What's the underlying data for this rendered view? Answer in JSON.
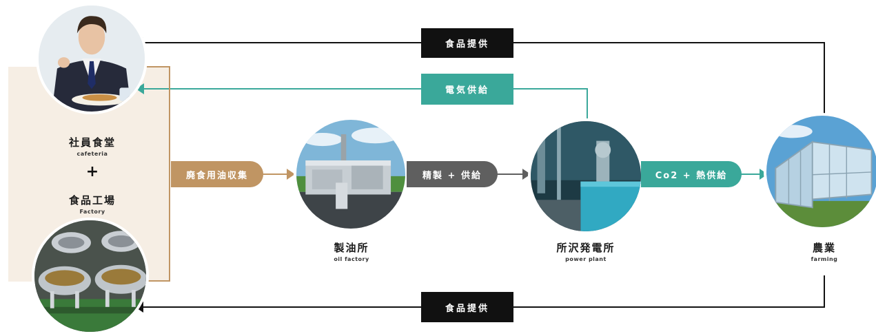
{
  "colors": {
    "brown": "#c09563",
    "dark_gray": "#5f5f5f",
    "teal": "#3aa89a",
    "black": "#111111",
    "panel_bg": "#f6eee4"
  },
  "panel": {
    "cafeteria_jp": "社員食堂",
    "cafeteria_en": "cafeteria",
    "plus": "+",
    "factory_jp": "食品工場",
    "factory_en": "Factory"
  },
  "nodes": {
    "oil_factory": {
      "jp": "製油所",
      "en": "oil factory",
      "icon": "oil-factory-icon"
    },
    "power_plant": {
      "jp": "所沢発電所",
      "en": "power plant",
      "icon": "power-plant-icon"
    },
    "farming": {
      "jp": "農業",
      "en": "farming",
      "icon": "greenhouse-icon"
    }
  },
  "arrows": {
    "waste_oil": "廃食用油収集",
    "refine_supply": "精製 + 供給",
    "co2_heat": "Co2 + 熱供給",
    "food_top": "食品提供",
    "electricity": "電気供給",
    "food_bottom": "食品提供"
  }
}
